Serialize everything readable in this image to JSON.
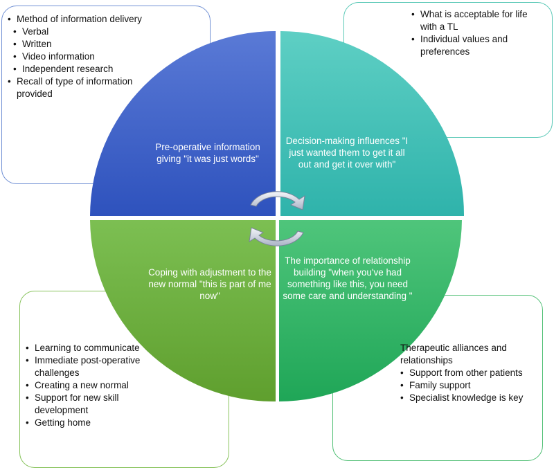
{
  "quadrants": [
    {
      "label": "Pre-operative information giving \"it was just words\""
    },
    {
      "label": "Decision-making influences \"I just wanted them to get it all out and get it over with\""
    },
    {
      "label": "Coping with adjustment to the new normal \"this is part of me now\""
    },
    {
      "label": "The importance of relationship building \"when you've had something like this, you need some care and understanding \""
    }
  ],
  "boxes": {
    "top_left": {
      "items": [
        "Method of information delivery",
        "Verbal",
        "Written",
        "Video information",
        "Independent research",
        "Recall of type of information provided"
      ]
    },
    "top_right": {
      "items": [
        "What is acceptable for life with a TL",
        "Individual values and preferences"
      ]
    },
    "bottom_left": {
      "items": [
        "Learning to communicate",
        "Immediate post-operative challenges",
        "Creating a new normal",
        "Support for new skill development",
        "Getting home"
      ]
    },
    "bottom_right": {
      "heading": "Therapeutic alliances and relationships",
      "items": [
        "Support from other patients",
        "Family support",
        "Specialist knowledge is key"
      ]
    }
  },
  "colors": {
    "q1": "#3f5fc6",
    "q2": "#3fc1b6",
    "q3": "#74b448",
    "q4": "#2fb865"
  },
  "icons": [
    "cycle-arrows-icon"
  ]
}
